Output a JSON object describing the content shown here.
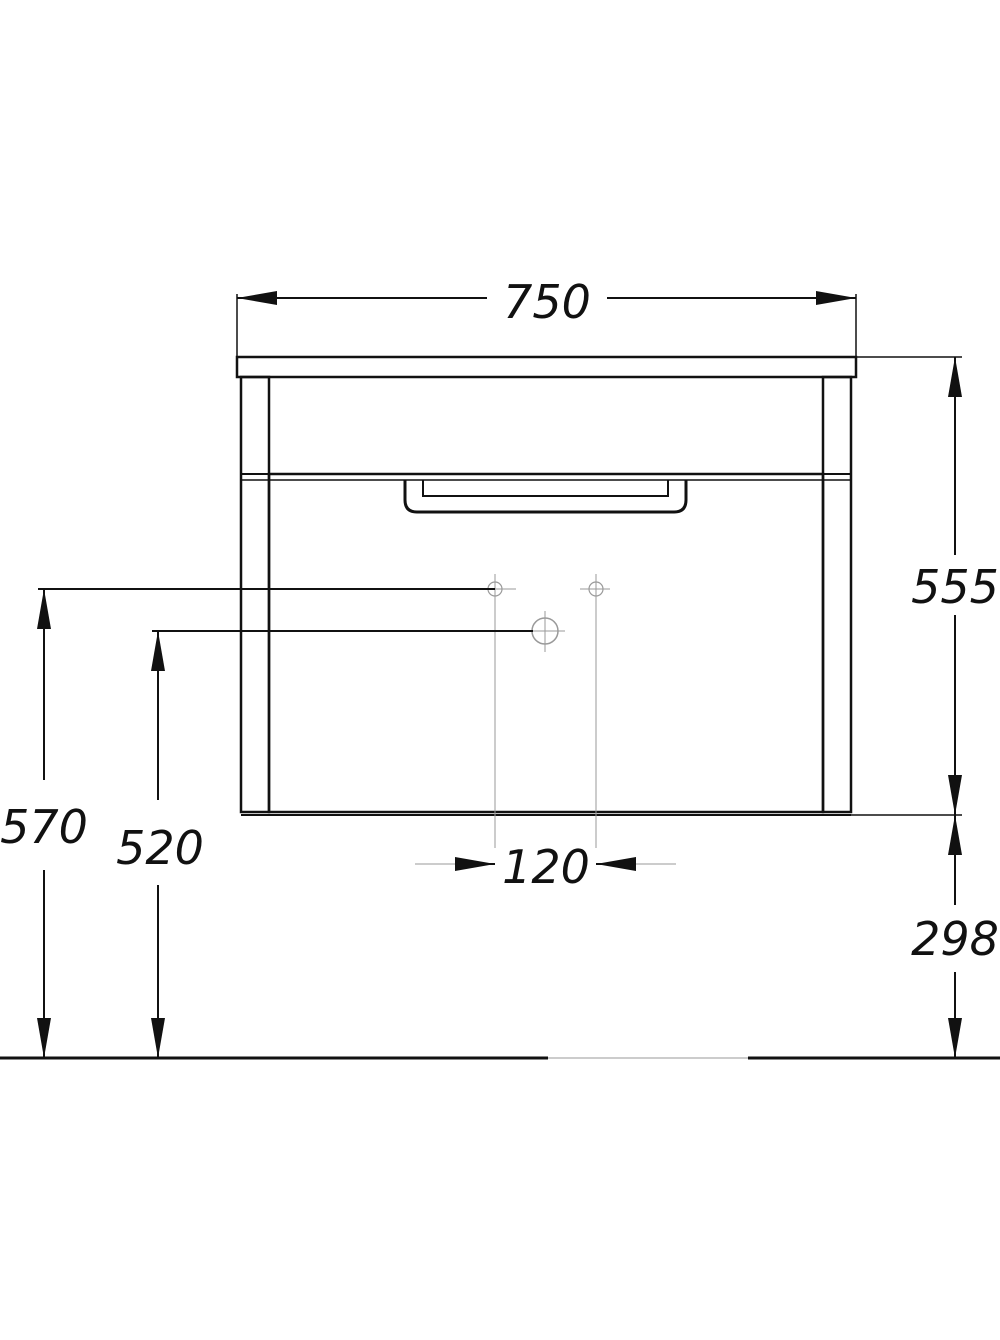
{
  "dimensions": {
    "width_total": "750",
    "height_body": "555",
    "height_from_floor": "298",
    "drain_spacing": "120",
    "inlet_height": "570",
    "drain_height": "520"
  },
  "colors": {
    "line": "#111111",
    "construction": "#9a9a9a",
    "background": "#ffffff"
  }
}
